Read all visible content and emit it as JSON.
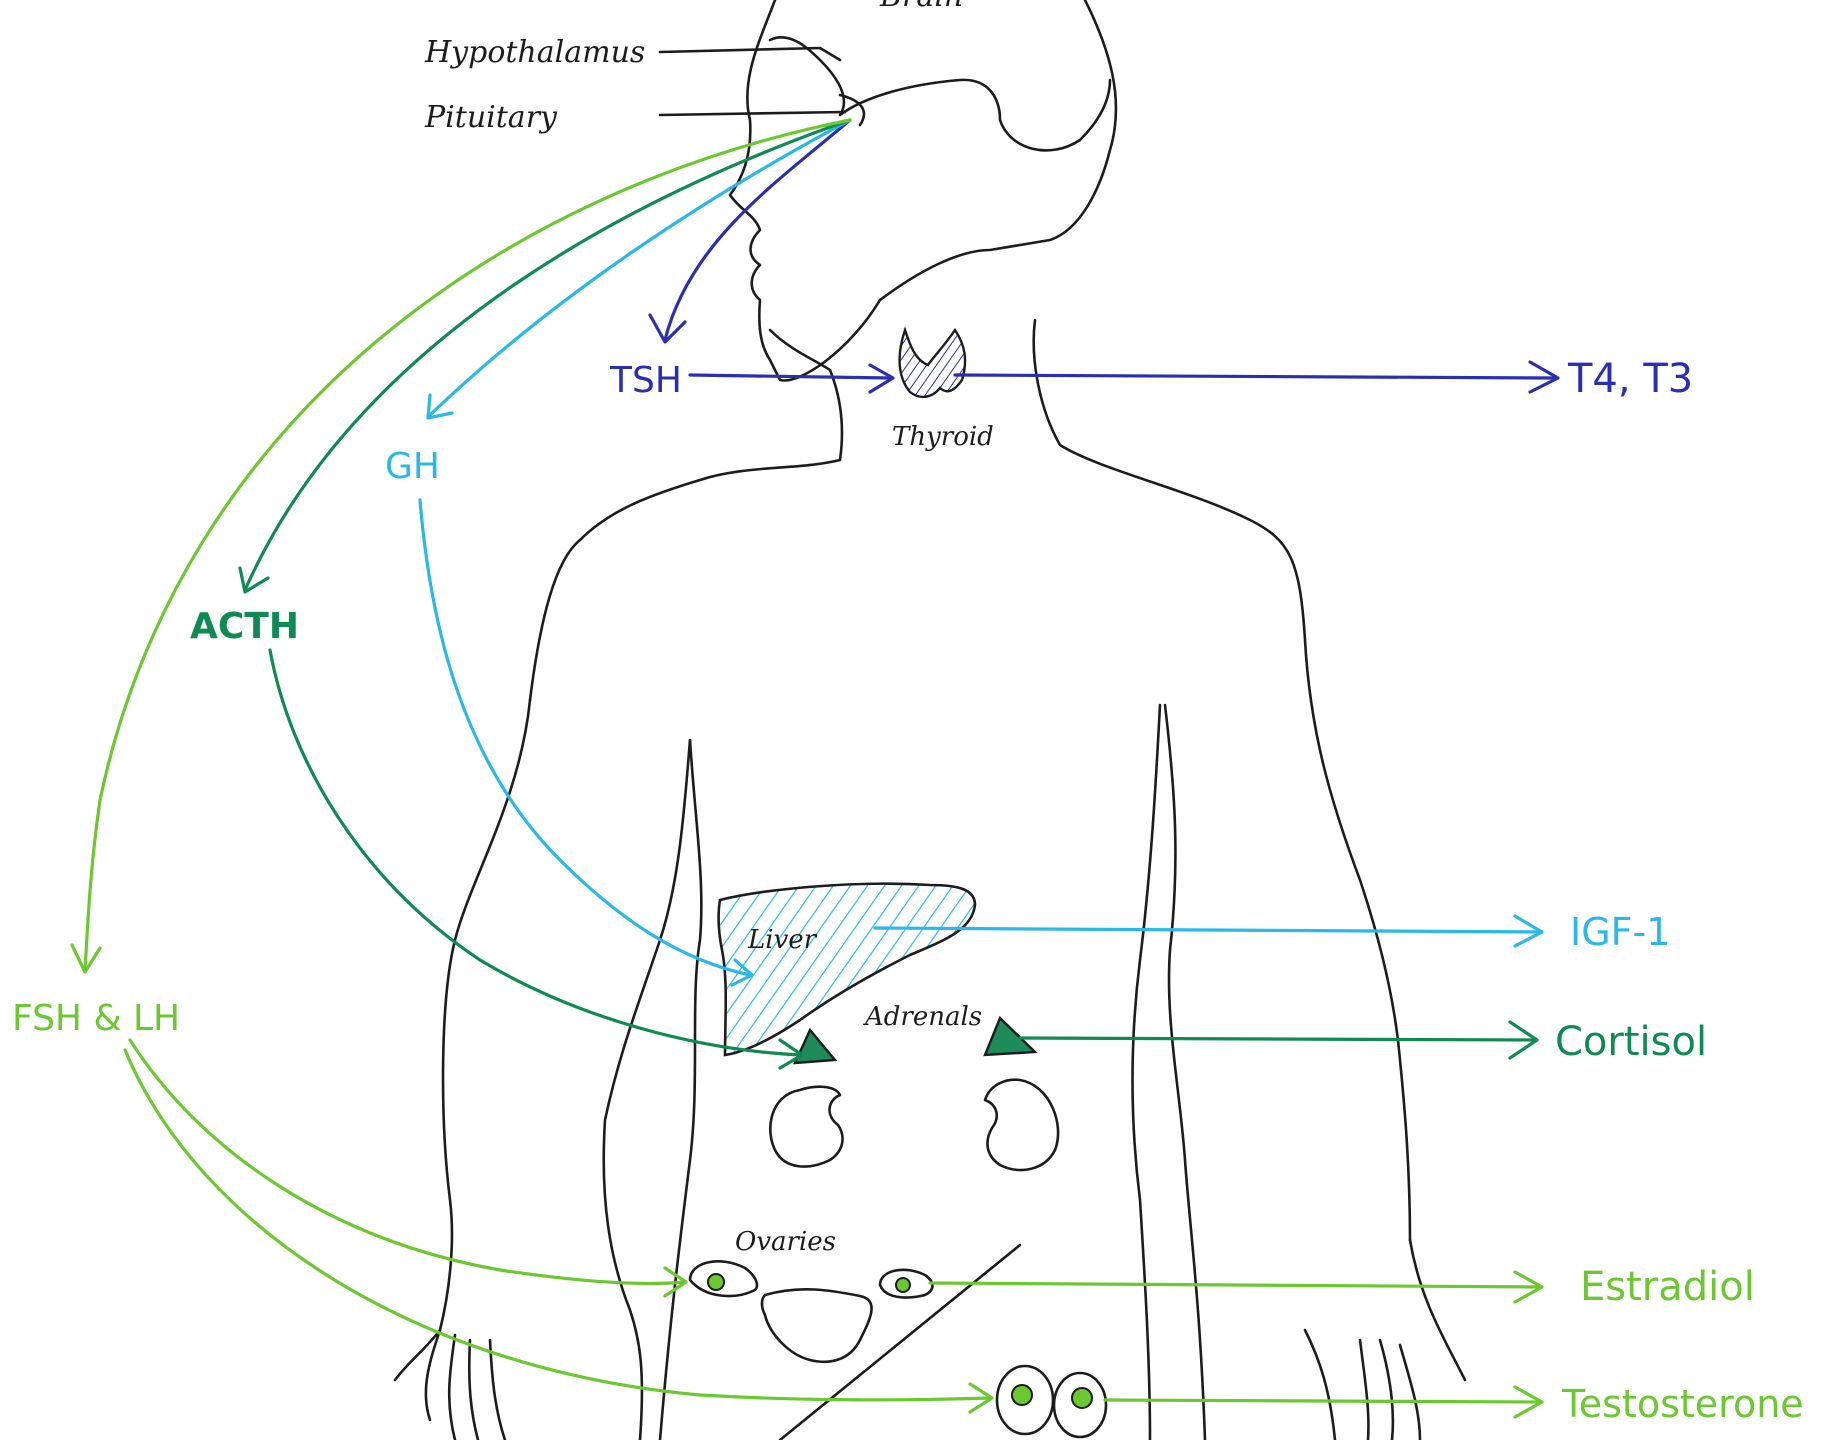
{
  "labels": {
    "brain": "Brain",
    "hypothalamus": "Hypothalamus",
    "pituitary": "Pituitary",
    "thyroid": "Thyroid",
    "liver": "Liver",
    "adrenals": "Adrenals",
    "ovaries": "Ovaries"
  },
  "hormones": {
    "tsh": "TSH",
    "gh": "GH",
    "acth": "ACTH",
    "fsh_lh": "FSH & LH",
    "t4_t3": "T4, T3",
    "igf1": "IGF-1",
    "cortisol": "Cortisol",
    "estradiol": "Estradiol",
    "testosterone": "Testosterone"
  },
  "colors": {
    "tsh": "#2a2fb0",
    "gh": "#29b8e8",
    "acth": "#0f8a52",
    "fsh_lh": "#6cc830",
    "outline": "#1c1c1c",
    "organ_green": "#1f8a5a"
  }
}
